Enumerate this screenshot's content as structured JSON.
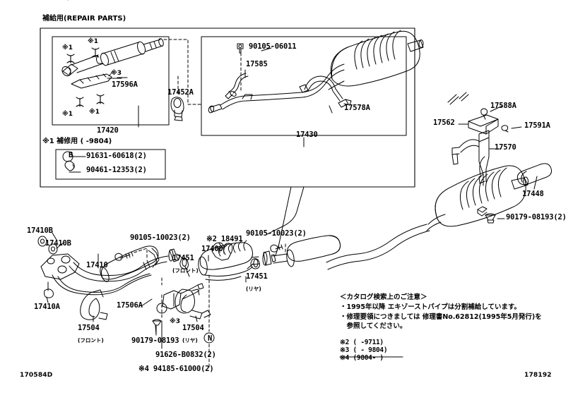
{
  "page": {
    "title": "補給用(REPAIR PARTS)",
    "drawing_code_bottom_left": "170584D",
    "drawing_code_bottom_right": "178192"
  },
  "repair_parts_panel": {
    "heading": "補給用(REPAIR PARTS)",
    "left_box": {
      "main_part": "17420",
      "callouts": [
        {
          "id": "c1",
          "text": "※1"
        },
        {
          "id": "c2",
          "text": "※1"
        },
        {
          "id": "c3",
          "text": "※1"
        },
        {
          "id": "c4",
          "text": "※1"
        },
        {
          "id": "c5",
          "text": "※3"
        },
        {
          "id": "c6",
          "text": "17596A"
        }
      ]
    },
    "sub_box": {
      "heading": "※1 補修用 (     -9804)",
      "rows": [
        {
          "marker": "B",
          "number": "91631-60618(2)"
        },
        {
          "marker": "clip",
          "number": "90461-12353(2)"
        }
      ]
    },
    "bracket_part": "17452A",
    "right_box": {
      "main_part": "17430",
      "callouts": [
        {
          "id": "r1",
          "text": "90105-06011"
        },
        {
          "id": "r2",
          "text": "17585"
        },
        {
          "id": "r3",
          "text": "17578A"
        }
      ]
    }
  },
  "hanger_group": {
    "labels": [
      {
        "id": "h1",
        "text": "17588A"
      },
      {
        "id": "h2",
        "text": "17562"
      },
      {
        "id": "h3",
        "text": "17591A"
      },
      {
        "id": "h4",
        "text": "17570"
      }
    ]
  },
  "rear_muffler_group": {
    "labels": [
      {
        "id": "m1",
        "text": "17448"
      },
      {
        "id": "m2",
        "text": "90179-08193(2)"
      }
    ]
  },
  "front_pipe_group": {
    "labels": [
      {
        "id": "f1",
        "text": "17410B"
      },
      {
        "id": "f2",
        "text": "17410B"
      },
      {
        "id": "f3",
        "text": "17410"
      },
      {
        "id": "f4",
        "text": "17410A"
      },
      {
        "id": "f5",
        "text": "17506A"
      },
      {
        "id": "f6",
        "text": "90179-08193"
      },
      {
        "id": "f7",
        "text": "91626-B0832(2)"
      },
      {
        "id": "f8",
        "text": "90105-10023(2)"
      },
      {
        "id": "f9",
        "text": "90105-10023(2)"
      }
    ]
  },
  "converter_group": {
    "labels": [
      {
        "id": "g1",
        "text": "※2 18491"
      },
      {
        "id": "g2",
        "text": "17400"
      },
      {
        "id": "g3",
        "text": "17451",
        "sub": "(フロント)"
      },
      {
        "id": "g4",
        "text": "17451",
        "sub": "(リヤ)"
      },
      {
        "id": "g5",
        "text": "17504",
        "sub": "(フロント)"
      },
      {
        "id": "g6",
        "text": "17504",
        "sub": "(リヤ)",
        "prefix": "※3"
      },
      {
        "id": "g7",
        "marker": "N",
        "text": "※4 94185-61000(2)"
      }
    ]
  },
  "notice": {
    "title": "＜カタログ検索上のご注意＞",
    "lines": [
      "・1995年以降 エキゾーストパイプは分割補給しています。",
      "・修理要領につきましては 修理書No.62812(1995年5月発行)を",
      "　参照してください。"
    ],
    "footnotes": [
      "※2 (      -9711)",
      "※3 (     - 9804)",
      "※4 (9804-        )"
    ]
  },
  "colors": {
    "line": "#000000",
    "background": "#ffffff"
  }
}
